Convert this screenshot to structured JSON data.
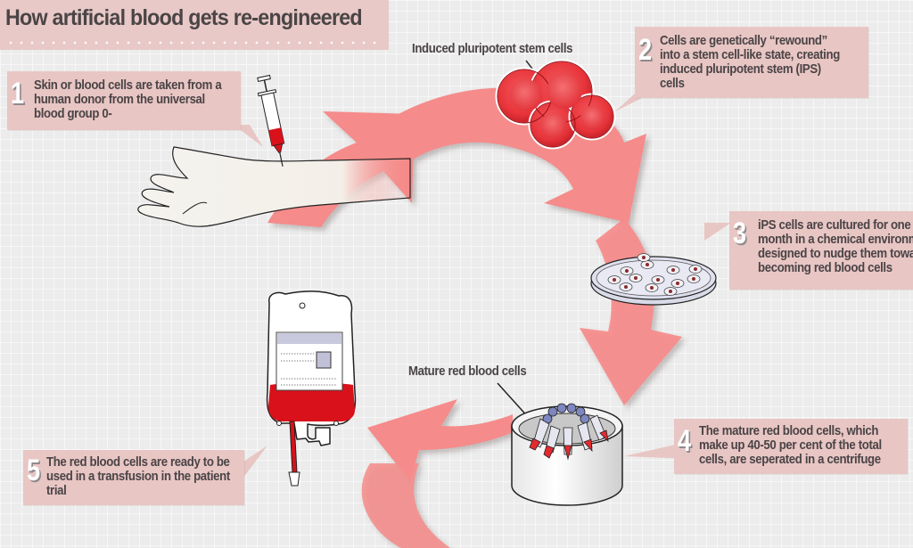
{
  "title": "How artificial blood gets re-engineered",
  "colors": {
    "arrow": "#f58b8a",
    "callout_bg": "#e8c6c4",
    "title_bg": "#e8c9c7",
    "text": "#4a4446",
    "blood_red": "#d9111b",
    "cell_red": "#e8343a"
  },
  "steps": [
    {
      "number": "1",
      "text": [
        "Skin or blood cells are taken from a",
        "human donor from the universal",
        "blood group 0-"
      ]
    },
    {
      "number": "2",
      "text": [
        "Cells are genetically “rewound”",
        "into a stem cell-like state, creating",
        "induced pluripotent stem (IPS)",
        "cells"
      ]
    },
    {
      "number": "3",
      "text": [
        "iPS cells are cultured for one",
        "month in a chemical environment",
        "designed to nudge them towards",
        "becoming red blood cells"
      ]
    },
    {
      "number": "4",
      "text": [
        "The mature red blood cells, which",
        "make up 40-50 per cent of the total",
        "cells, are seperated in a centrifuge"
      ]
    },
    {
      "number": "5",
      "text": [
        "The red blood cells are ready to be",
        "used in a transfusion in the patient",
        "trial"
      ]
    }
  ],
  "labels": {
    "stem_cells": "Induced pluripotent stem cells",
    "mature_cells": "Mature red blood cells"
  },
  "icons": [
    "arm-with-syringe-icon",
    "stem-cells-icon",
    "petri-dish-icon",
    "centrifuge-icon",
    "blood-bag-icon",
    "cycle-arrow-icon"
  ]
}
